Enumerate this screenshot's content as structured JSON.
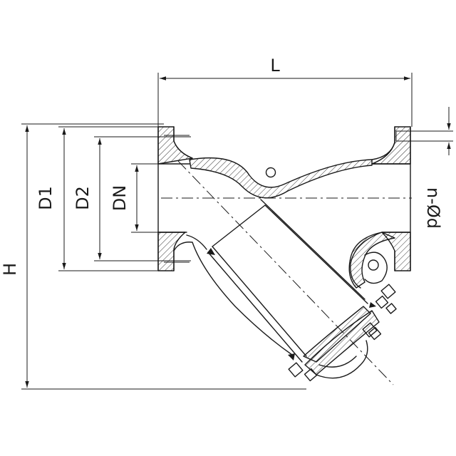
{
  "diagram": {
    "labels": {
      "length": "L",
      "height": "H",
      "flange_diameter_1": "D1",
      "flange_diameter_2": "D2",
      "nominal_diameter": "DN",
      "bolt_holes": "n-Ød"
    },
    "colors": {
      "line": "#1a1a1a",
      "background": "#ffffff"
    }
  }
}
